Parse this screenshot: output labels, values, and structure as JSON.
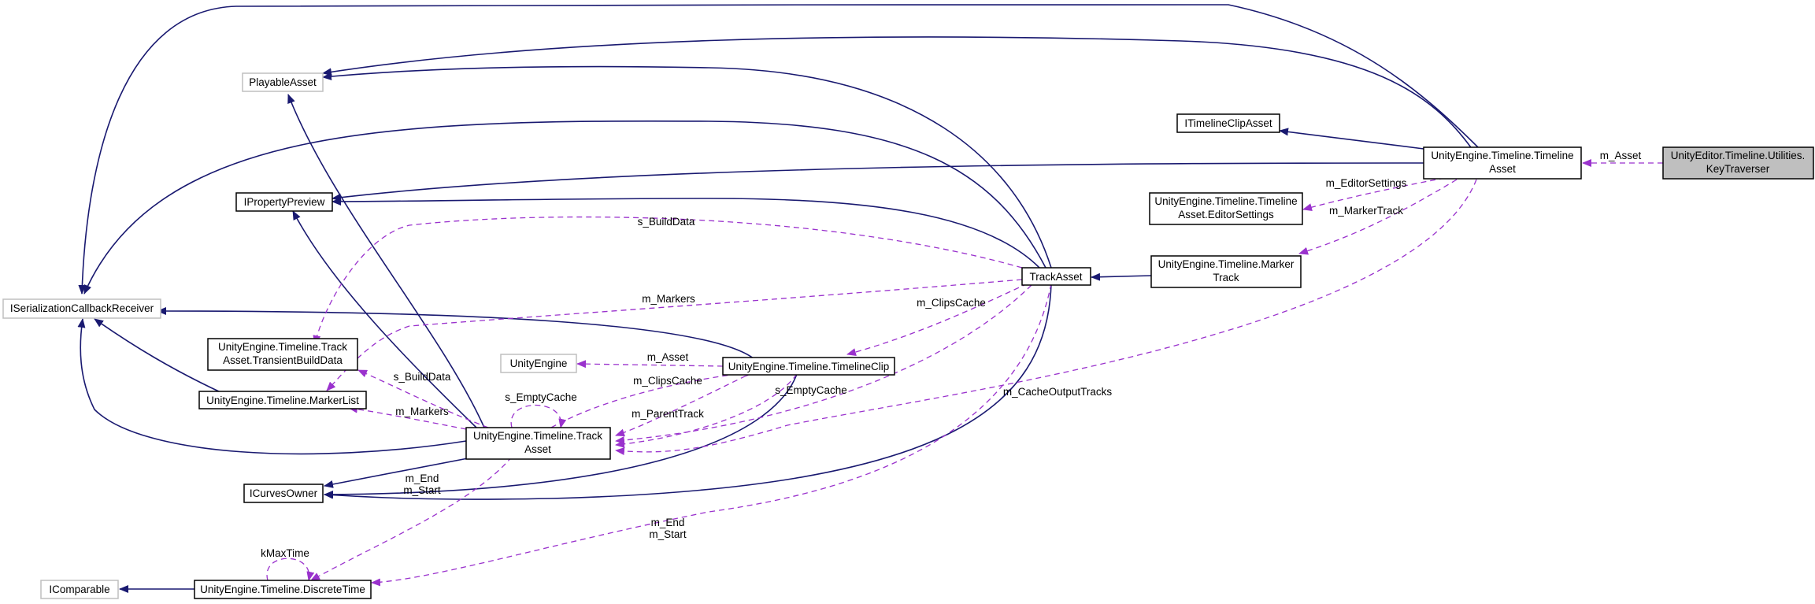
{
  "colors": {
    "inheritance": "#191970",
    "usage": "#9a32cd",
    "focus_fill": "#bfbfbf",
    "external_border": "#bfbfbf"
  },
  "nodes": {
    "keytraverser": [
      "UnityEditor.Timeline.Utilities.",
      "KeyTraverser"
    ],
    "timelineasset": [
      "UnityEngine.Timeline.Timeline",
      "Asset"
    ],
    "itimelineclipasset": [
      "ITimelineClipAsset"
    ],
    "editorsettings": [
      "UnityEngine.Timeline.Timeline",
      "Asset.EditorSettings"
    ],
    "markertrack": [
      "UnityEngine.Timeline.Marker",
      "Track"
    ],
    "trackasset_base": [
      "TrackAsset"
    ],
    "playableasset": [
      "PlayableAsset"
    ],
    "ipropertypreview": [
      "IPropertyPreview"
    ],
    "iserialization": [
      "ISerializationCallbackReceiver"
    ],
    "transientbuilddata": [
      "UnityEngine.Timeline.Track",
      "Asset.TransientBuildData"
    ],
    "markerlist": [
      "UnityEngine.Timeline.MarkerList"
    ],
    "unityengine": [
      "UnityEngine"
    ],
    "timelineclip": [
      "UnityEngine.Timeline.TimelineClip"
    ],
    "trackasset": [
      "UnityEngine.Timeline.Track",
      "Asset"
    ],
    "icurvesowner": [
      "ICurvesOwner"
    ],
    "icomparable": [
      "IComparable"
    ],
    "discretetime": [
      "UnityEngine.Timeline.DiscreteTime"
    ]
  },
  "edge_labels": {
    "m_asset_key": "m_Asset",
    "m_editorsettings": "m_EditorSettings",
    "m_markertrack": "m_MarkerTrack",
    "s_builddata_top": "s_BuildData",
    "m_markers_top": "m_Markers",
    "m_clipscache_top": "m_ClipsCache",
    "m_cacheoutputtracks": "m_CacheOutputTracks",
    "m_asset_clip": "m_Asset",
    "m_clipscache": "m_ClipsCache",
    "s_emptycache_clip": "s_EmptyCache",
    "m_parenttrack": "m_ParentTrack",
    "s_builddata": "s_BuildData",
    "m_markers": "m_Markers",
    "s_emptycache_self": "s_EmptyCache",
    "m_end_a": "m_End",
    "m_start_a": "m_Start",
    "m_end_b": "m_End",
    "m_start_b": "m_Start",
    "kmaxtime": "kMaxTime"
  }
}
